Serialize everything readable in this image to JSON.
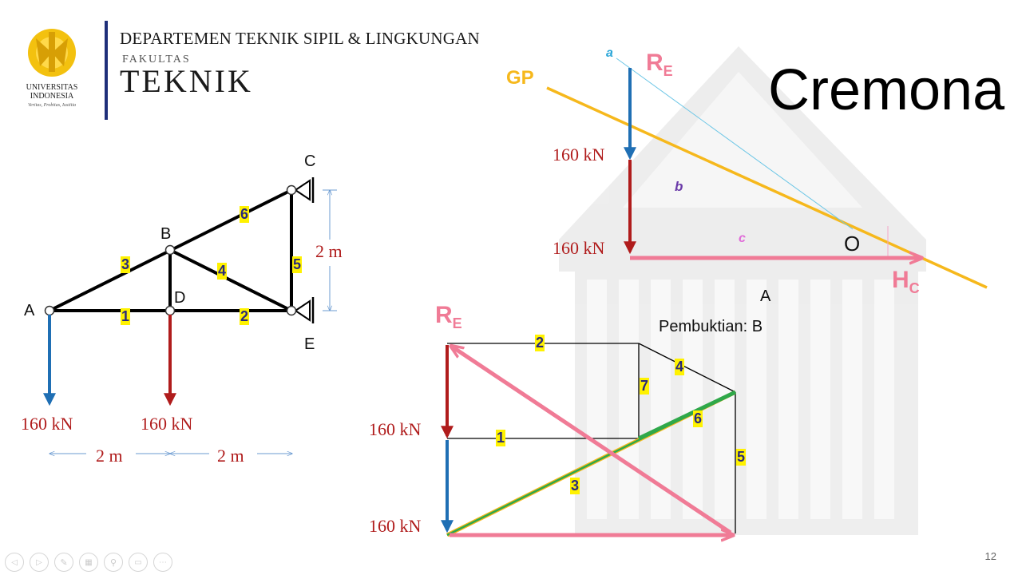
{
  "header": {
    "department": "DEPARTEMEN TEKNIK SIPIL & LINGKUNGAN",
    "faculty_label": "FAKULTAS",
    "faculty_name": "TEKNIK"
  },
  "logo": {
    "university_line1": "UNIVERSITAS",
    "university_line2": "INDONESIA",
    "motto": "Veritas, Probitas, Iustitia"
  },
  "slide": {
    "title": "Cremona",
    "page_number": "12",
    "note_a": "A",
    "note_b": "Pembuktian: B"
  },
  "truss": {
    "nodes": {
      "A": "A",
      "B": "B",
      "C": "C",
      "D": "D",
      "E": "E"
    },
    "members": [
      "1",
      "2",
      "3",
      "4",
      "5",
      "6"
    ],
    "loads": [
      "160 kN",
      "160 kN"
    ],
    "dim_horizontal": [
      "2 m",
      "2 m"
    ],
    "dim_vertical": "2 m"
  },
  "force_polygon_top": {
    "label_a": "a",
    "label_b": "b",
    "label_c": "c",
    "label_O": "O",
    "label_GP": "GP",
    "label_RE_main": "R",
    "label_RE_sub": "E",
    "label_HC_main": "H",
    "label_HC_sub": "C",
    "loads": [
      "160 kN",
      "160 kN"
    ]
  },
  "force_polygon_bottom": {
    "label_RE_main": "R",
    "label_RE_sub": "E",
    "members": [
      "1",
      "2",
      "3",
      "4",
      "5",
      "6",
      "7"
    ],
    "loads": [
      "160 kN",
      "160 kN"
    ]
  },
  "colors": {
    "load_blue": "#1f6fb4",
    "load_red": "#b01c1c",
    "reaction_pink": "#f07b96",
    "funicular_yellow": "#f6b81c",
    "ray_cyan": "#6cc6e6",
    "member_green": "#2fa84a",
    "label_highlight": "#fff200",
    "label_text": "#2a2a7a",
    "dimension_line": "#6b9bd1"
  },
  "toolbar": {
    "icons": [
      "prev-icon",
      "next-icon",
      "pen-icon",
      "slides-icon",
      "zoom-icon",
      "subtitle-icon",
      "more-icon"
    ]
  }
}
